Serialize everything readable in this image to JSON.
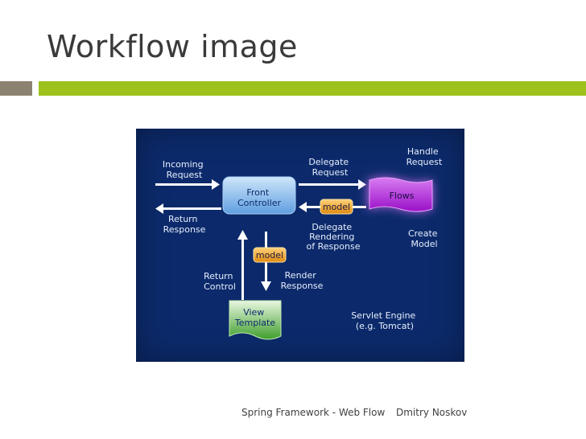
{
  "slide": {
    "title": "Workflow image",
    "footer_left": "Spring Framework - Web Flow",
    "footer_right": "Dmitry Noskov"
  },
  "colors": {
    "accent_gray": "#8c8270",
    "accent_green": "#9dc21c",
    "diagram_bg": "#0c2a6b",
    "front_controller": "#7fb6ea",
    "flows": "#b01ed8",
    "model": "#f0a020",
    "view_template": "#4caf3a"
  },
  "diagram": {
    "incoming_request": [
      "Incoming",
      "Request"
    ],
    "return_response": [
      "Return",
      "Response"
    ],
    "front_controller": [
      "Front",
      "Controller"
    ],
    "delegate_request": [
      "Delegate",
      "Request"
    ],
    "handle_request": [
      "Handle",
      "Request"
    ],
    "flows": "Flows",
    "model_top": "model",
    "model_bottom": "model",
    "delegate_rendering": [
      "Delegate",
      "Rendering",
      "of Response"
    ],
    "create_model": [
      "Create",
      "Model"
    ],
    "return_control": [
      "Return",
      "Control"
    ],
    "render_response": [
      "Render",
      "Response"
    ],
    "view_template": [
      "View",
      "Template"
    ],
    "servlet_engine": [
      "Servlet Engine",
      "(e.g. Tomcat)"
    ]
  }
}
